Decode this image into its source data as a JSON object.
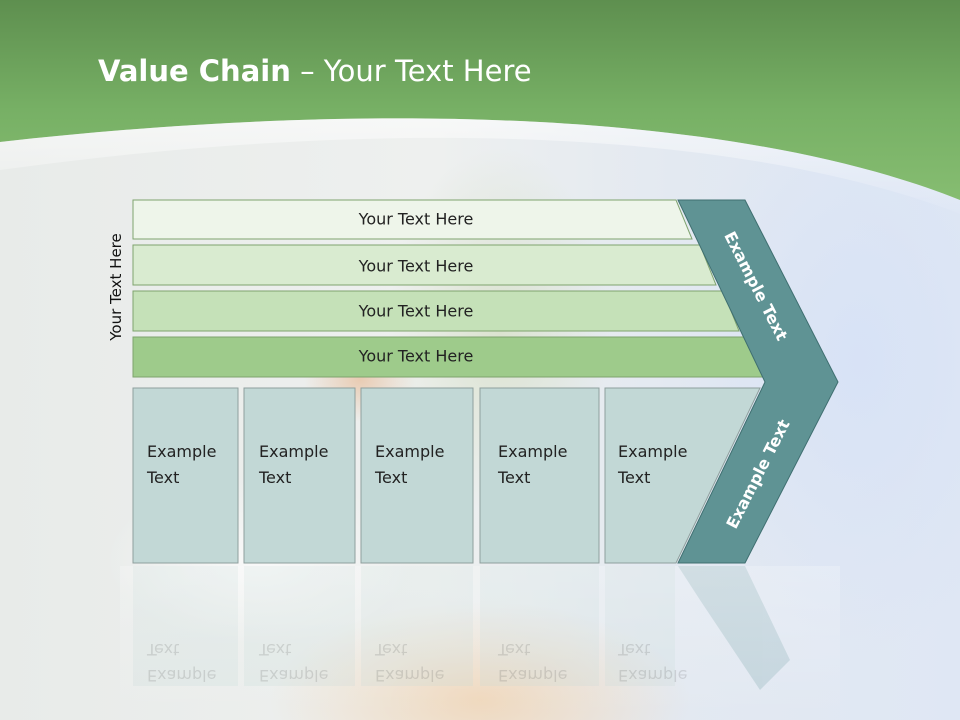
{
  "slide": {
    "title_bold": "Value Chain",
    "title_rest": " – Your Text Here",
    "side_label": "Your Text Here",
    "rows": [
      "Your Text Here",
      "Your Text Here",
      "Your Text Here",
      "Your Text Here"
    ],
    "columns": [
      {
        "line1": "Example",
        "line2": "Text"
      },
      {
        "line1": "Example",
        "line2": "Text"
      },
      {
        "line1": "Example",
        "line2": "Text"
      },
      {
        "line1": "Example",
        "line2": "Text"
      },
      {
        "line1": "Example",
        "line2": "Text"
      }
    ],
    "chevron_upper": "Example Text",
    "chevron_lower": "Example Text"
  },
  "colors": {
    "header_green": "#6aa25a",
    "row_1": "#eef5ea",
    "row_2": "#d9ebd0",
    "row_3": "#c5e1b8",
    "row_4": "#9ecb8b",
    "row_border": "#7fa36e",
    "column_fill": "#c2d8d6",
    "column_border": "#8f9f9d",
    "chevron_fill": "#5f9394",
    "chevron_border": "#3f6f70"
  }
}
